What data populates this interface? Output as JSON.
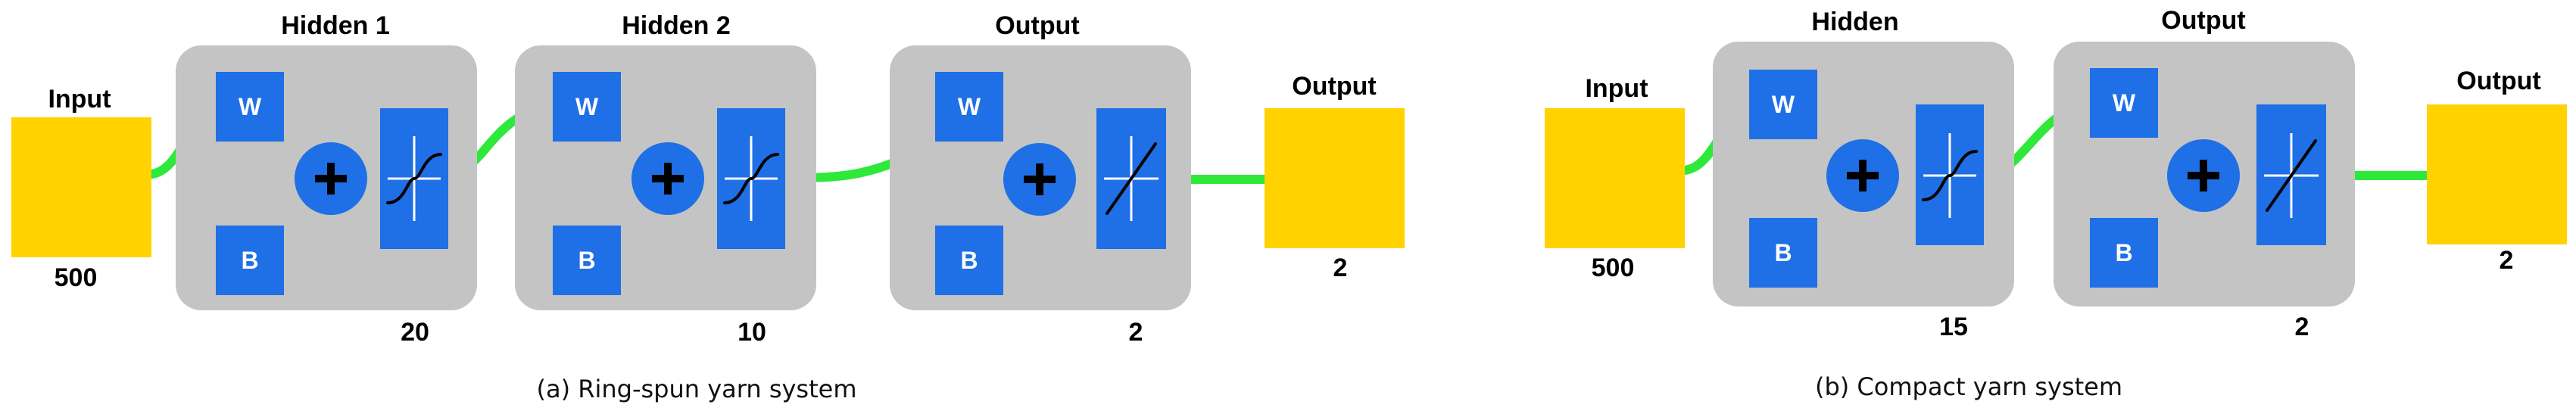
{
  "colors": {
    "io_block": "#ffd200",
    "layer_box": "#c4c4c4",
    "operator_block": "#1f6fe6",
    "connection": "#2ee83a"
  },
  "icons": {
    "sigmoid": "sigmoid-transfer-icon",
    "linear": "linear-transfer-icon",
    "sum": "plus-icon"
  },
  "panel_a": {
    "caption": "(a) Ring-spun yarn system",
    "input": {
      "label": "Input",
      "size": "500"
    },
    "layers": [
      {
        "title": "Hidden 1",
        "neurons": "20",
        "transfer": "sigmoid"
      },
      {
        "title": "Hidden 2",
        "neurons": "10",
        "transfer": "sigmoid"
      },
      {
        "title": "Output",
        "neurons": "2",
        "transfer": "linear"
      }
    ],
    "output": {
      "label": "Output",
      "size": "2"
    }
  },
  "panel_b": {
    "caption": "(b) Compact yarn system",
    "input": {
      "label": "Input",
      "size": "500"
    },
    "layers": [
      {
        "title": "Hidden",
        "neurons": "15",
        "transfer": "sigmoid"
      },
      {
        "title": "Output",
        "neurons": "2",
        "transfer": "linear"
      }
    ],
    "output": {
      "label": "Output",
      "size": "2"
    }
  },
  "labels": {
    "weight": "W",
    "bias": "B"
  }
}
